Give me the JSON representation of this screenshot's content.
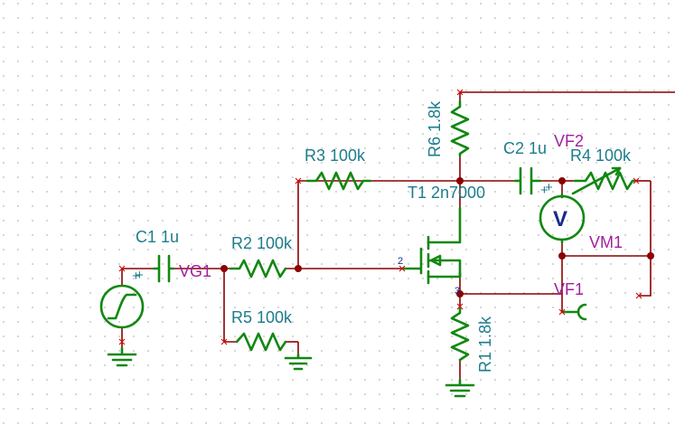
{
  "components": {
    "r6": "R6 1.8k",
    "r3": "R3 100k",
    "r2": "R2 100k",
    "r5": "R5 100k",
    "r1": "R1 1.8k",
    "r4": "R4 100k",
    "c1": "C1 1u",
    "c2": "C2 1u",
    "t1": "T1 2n7000"
  },
  "probes": {
    "vg1": "VG1",
    "vf2": "VF2",
    "vf1": "VF1",
    "vm1": "VM1",
    "meter_symbol": "V"
  },
  "pins": {
    "gate": "2",
    "source": "3"
  },
  "source_polarity": "+",
  "colors": {
    "wire": "#8b0000",
    "component": "#118811",
    "label": "#1d7c8c",
    "probe_label": "#a020a0",
    "grid_dot": "#b8b8b8"
  },
  "icons": {
    "signal_source": "step-source-icon",
    "voltmeter": "voltmeter-icon",
    "ground": "ground-icon"
  }
}
